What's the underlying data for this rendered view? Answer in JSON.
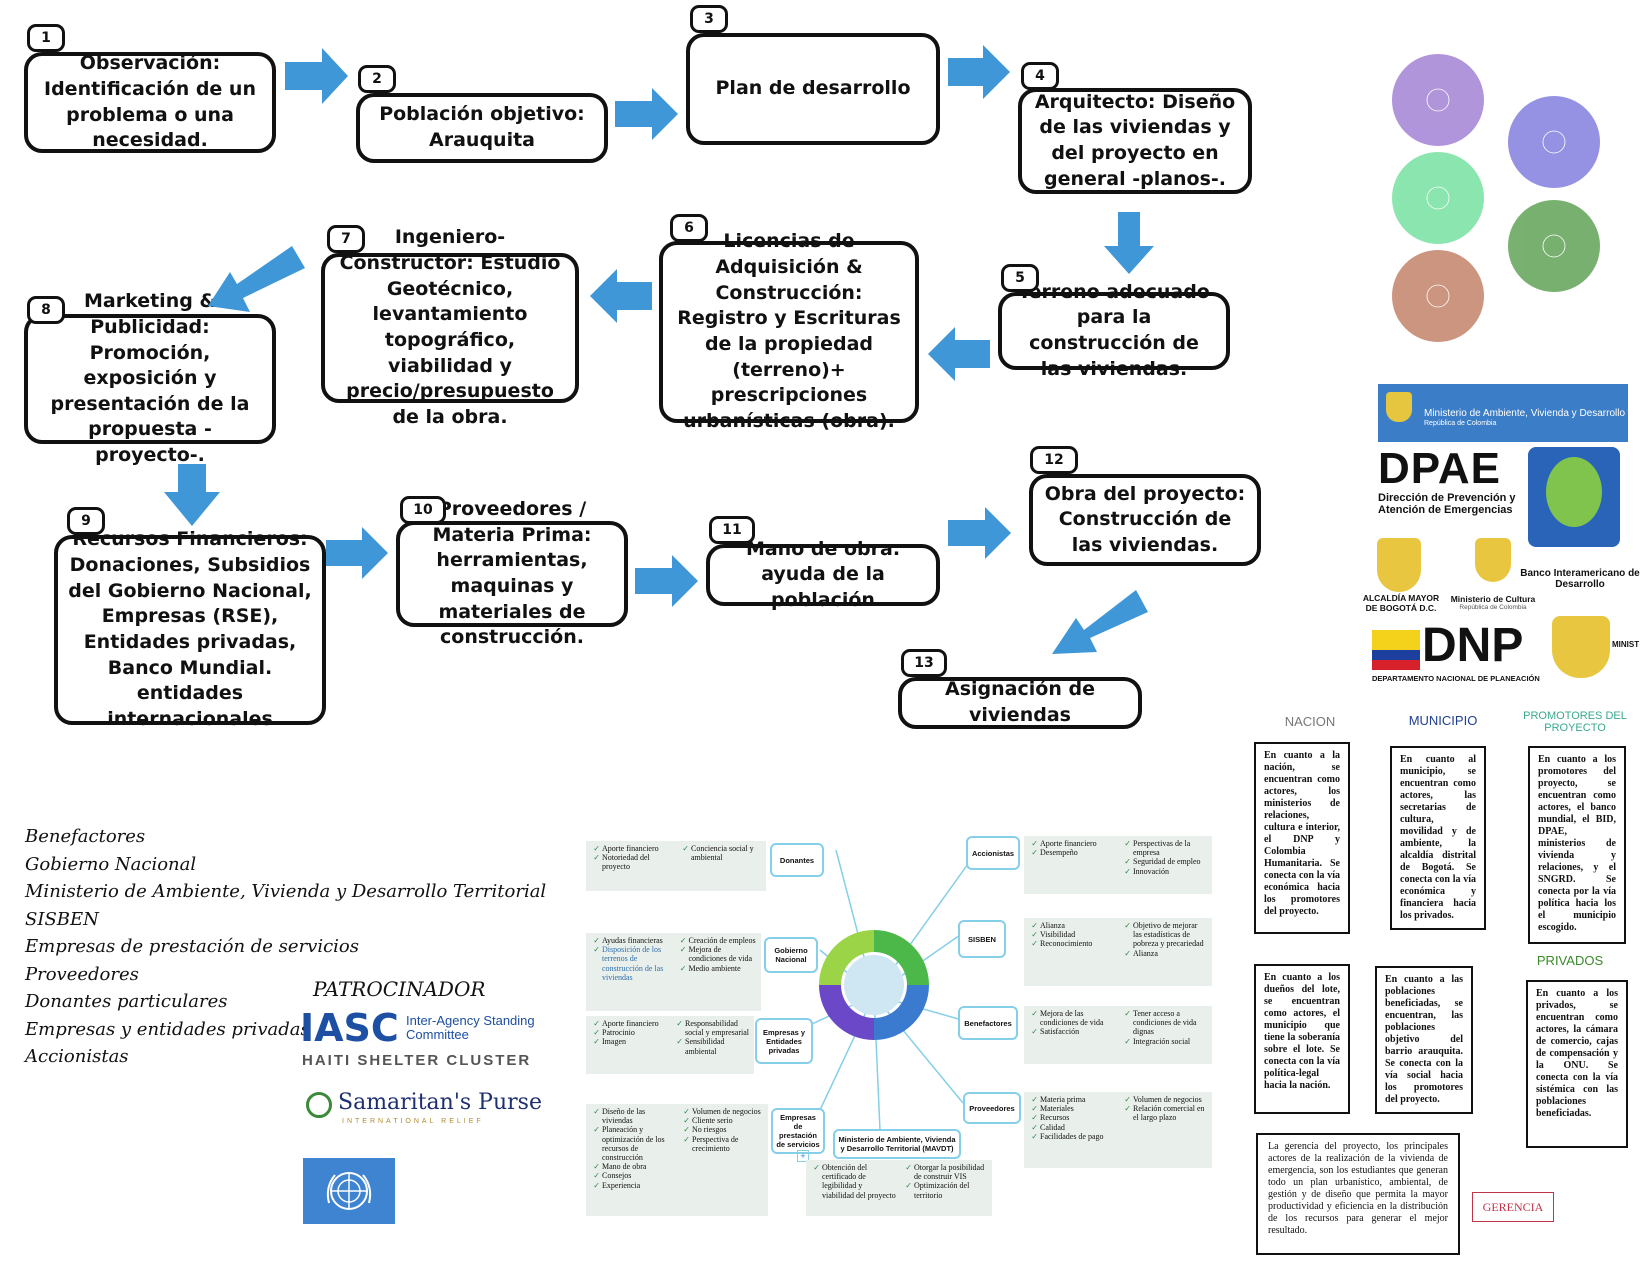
{
  "steps": [
    {
      "n": "1",
      "text": "Observación: Identificación de un problema o una necesidad."
    },
    {
      "n": "2",
      "text": "Población objetivo: Arauquita"
    },
    {
      "n": "3",
      "text": "Plan de desarrollo"
    },
    {
      "n": "4",
      "text": "Arquitecto: Diseño de las viviendas y del proyecto en general -planos-."
    },
    {
      "n": "5",
      "text": "Terreno adecuado para la construcción de las viviendas."
    },
    {
      "n": "6",
      "text": "Licencias de Adquisición & Construcción: Registro y Escrituras de la propiedad (terreno)+ prescripciones urbanísticas (obra)."
    },
    {
      "n": "7",
      "text": "Ingeniero-Constructor: Estudio Geotécnico, levantamiento topográfico, viabilidad y precio/presupuesto de la obra."
    },
    {
      "n": "8",
      "text": "Marketing & Publicidad: Promoción, exposición y presentación de la propuesta -proyecto-."
    },
    {
      "n": "9",
      "text": "Recursos Financieros: Donaciones, Subsidios del Gobierno Nacional, Empresas (RSE), Entidades privadas, Banco Mundial. entidades internacionales"
    },
    {
      "n": "10",
      "text": "Proveedores / Materia Prima: herramientas, maquinas y materiales de construcción."
    },
    {
      "n": "11",
      "text": "Mano de obra. ayuda de la población"
    },
    {
      "n": "12",
      "text": "Obra del proyecto: Construcción de las viviendas."
    },
    {
      "n": "13",
      "text": "Asignación de viviendas"
    }
  ],
  "stakeholders": [
    "Benefactores",
    "Gobierno Nacional",
    "Ministerio de Ambiente, Vivienda y Desarrollo Territorial",
    "SISBEN",
    "Empresas de prestación de servicios",
    "Proveedores",
    "Donantes particulares",
    "Empresas y entidades privadas",
    "Accionistas"
  ],
  "sponsor": {
    "title": "PATROCINADOR",
    "iasc": "IASC",
    "iasc_sub": "Inter-Agency Standing Committee",
    "iasc_cluster": "HAITI SHELTER CLUSTER",
    "samaritan": "Samaritan's Purse",
    "samaritan_sub": "INTERNATIONAL RELIEF"
  },
  "logos": {
    "ministerio": "Ministerio de Ambiente, Vivienda y Desarrollo Territorial",
    "ministerio_sub": "República de Colombia",
    "dpae": "DPAE",
    "dpae_sub": "Dirección de Prevención y Atención de Emergencias",
    "bid": "Banco Interamericano de Desarrollo",
    "alcaldia": "ALCALDÍA MAYOR DE BOGOTÁ D.C.",
    "cultura": "Ministerio de Cultura",
    "cultura_sub": "República de Colombia",
    "dnp": "DNP",
    "dnp_sub": "DEPARTAMENTO NACIONAL DE PLANEACIÓN",
    "minist": "MINIST"
  },
  "actors": {
    "nacion_head": "NACION",
    "municipio_head": "MUNICIPIO",
    "promotores_head": "PROMOTORES DEL PROYECTO",
    "privados_head": "PRIVADOS",
    "gerencia_label": "GERENCIA",
    "nacion": "En cuanto a la nación, se encuentran como actores, los ministerios de relaciones, cultura e interior, el DNP y Colombia Humanitaria. Se conecta con la vía económica hacia los promotores del proyecto.",
    "municipio": "En cuanto al municipio, se encuentran como actores, las secretarias de cultura, movilidad y de ambiente, la alcaldía distrital de Bogotá. Se conecta con la vía económica y financiera hacia los privados.",
    "promotores": "En cuanto a los promotores del proyecto, se encuentran como actores, el banco mundial, el BID, DPAE, ministerios de vivienda y relaciones, y el SNGRD. Se conecta por la vía política hacia los el municipio escogido.",
    "duenos": "En cuanto a los dueños del lote, se encuentran como actores, el municipio que tiene la soberanía sobre el lote. Se conecta con la vía política-legal hacia la nación.",
    "poblaciones": "En cuanto a las poblaciones beneficiadas, se encuentran, las poblaciones objetivo del barrio arauquita. Se conecta con la vía social hacia los promotores del proyecto.",
    "privados": "En cuanto a los privados, se encuentran como actores, la cámara de comercio, cajas de compensación y la ONU. Se conecta con la vía sistémica con las poblaciones beneficiadas.",
    "gerencia": "La gerencia del proyecto, los principales actores de la realización de la vivienda de emergencia, son los estudiantes que generan todo un plan urbanístico, ambiental, de gestión y de diseño que permita la mayor productividad y eficiencia en la distribución de los recursos para generar el mejor resultado."
  },
  "mindmap": {
    "nodes": {
      "donantes": "Donantes",
      "gobierno": "Gobierno Nacional",
      "empresas": "Empresas y Entidades privadas",
      "servicios": "Empresas de prestación de servicios",
      "accionistas": "Accionistas",
      "sisben": "SISBEN",
      "benefactores": "Benefactores",
      "proveedores": "Proveedores",
      "ministerio": "Ministerio de Ambiente, Vivienda y Desarrollo Territorial (MAVDT)"
    },
    "tables": {
      "donantes": [
        [
          "Aporte financiero",
          "Notoriedad del proyecto"
        ],
        [
          "Conciencia social y ambiental"
        ]
      ],
      "gobierno": [
        [
          "Ayudas financieras",
          "Disposición de los terrenos de construcción de las viviendas"
        ],
        [
          "Creación de empleos",
          "Mejora de condiciones de vida",
          "Medio ambiente"
        ]
      ],
      "empresas": [
        [
          "Aporte financiero",
          "Patrocinio",
          "Imagen"
        ],
        [
          "Responsabilidad social y empresarial",
          "Sensibilidad ambiental"
        ]
      ],
      "servicios": [
        [
          "Diseño de las viviendas",
          "Planeación y optimización de los recursos de construcción",
          "Mano de obra",
          "Consejos",
          "Experiencia"
        ],
        [
          "Volumen de negocios",
          "Cliente serio",
          "No riesgos",
          "Perspectiva de crecimiento"
        ]
      ],
      "accionistas": [
        [
          "Aporte financiero",
          "Desempeño"
        ],
        [
          "Perspectivas de la empresa",
          "Seguridad de empleo",
          "Innovación"
        ]
      ],
      "sisben": [
        [
          "Alianza",
          "Visibilidad",
          "Reconocimiento"
        ],
        [
          "Objetivo de mejorar las estadísticas de pobreza y precariedad",
          "Alianza"
        ]
      ],
      "benefactores": [
        [
          "Mejora de las condiciones de vida",
          "Satisfacción"
        ],
        [
          "Tener acceso a condiciones de vida dignas",
          "Integración social"
        ]
      ],
      "proveedores": [
        [
          "Materia prima",
          "Materiales",
          "Recursos",
          "Calidad",
          "Facilidades de pago"
        ],
        [
          "Volumen de negocios",
          "Relación comercial en el largo plazo"
        ]
      ],
      "ministerio": [
        [
          "Obtención del certificado de legibilidad y viabilidad del proyecto"
        ],
        [
          "Otorgar la posibilidad de construir VIS",
          "Optimización del territorio"
        ]
      ]
    }
  },
  "colors": {
    "arrow": "#3f97d8",
    "step_border": "#111111",
    "mm_line": "#86cfe8",
    "municipio_head": "#1f3f8f",
    "promotores_head": "#3aa890",
    "privados_head": "#3a8a2a",
    "gerencia": "#c0344a"
  }
}
